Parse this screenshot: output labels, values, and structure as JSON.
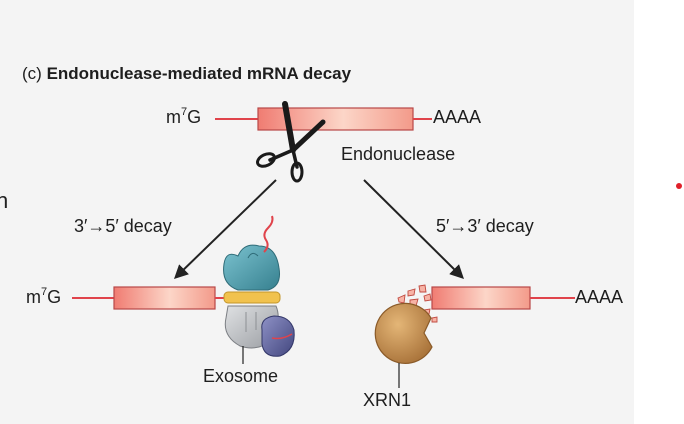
{
  "panel": {
    "title_prefix": "(c)",
    "title": "Endonuclease-mediated mRNA decay"
  },
  "top_mrna": {
    "cap_base": "m",
    "cap_sup": "7",
    "cap_suffix": "G",
    "tail": "AAAA"
  },
  "enzymes": {
    "endonuclease": "Endonuclease",
    "exosome": "Exosome",
    "xrn1": "XRN1"
  },
  "decay_paths": {
    "left": "3′→5′ decay",
    "right": "5′→3′ decay"
  },
  "left_fragment": {
    "cap_base": "m",
    "cap_sup": "7",
    "cap_suffix": "G"
  },
  "right_fragment": {
    "tail": "AAAA"
  },
  "side_text": "n",
  "colors": {
    "rna_line": "#e0434b",
    "rna_box_edge": "#b84848",
    "rna_box_fill": "#f6a090",
    "exosome_teal": "#4e9cad",
    "exosome_gold": "#f1c24e",
    "exosome_gray": "#b9bcc0",
    "exosome_purple": "#5b5f98",
    "xrn1_tan": "#c8914c",
    "accent_dot": "#e0202a"
  },
  "icons": [
    "scissors-icon",
    "exosome-icon",
    "xrn1-icon",
    "rna-fragments-icon"
  ]
}
